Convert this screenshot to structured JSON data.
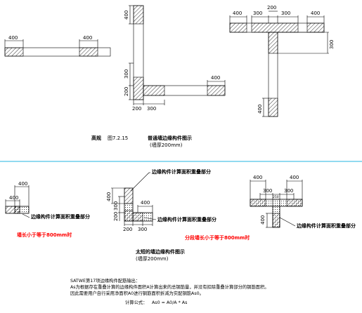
{
  "top": {
    "caption_code": "高规",
    "caption_fig": "图7.2.15",
    "caption_title": "普通墙边缘构件图示",
    "caption_sub": "(墙厚200mm)",
    "dims": {
      "d400": "400",
      "d300": "300",
      "d200": "200"
    }
  },
  "bottom": {
    "label_overlap": "边缘构件计算面积重叠部分",
    "label_red_left": "墙长小于等于800mm时",
    "label_red_right": "分段墙长小于等于800mm时",
    "caption_title": "太短的墙边缘构件图示",
    "caption_sub": "(墙厚200mm)",
    "small_tag": "250"
  },
  "notes": {
    "line1": "SATWE第17项边缘构件配筋输出：",
    "line2": "As为根据存在重叠计算的边缘构件面积A计算出来的总钢筋量，并没有扣除重叠计算部分的钢筋面积。",
    "line3": "因此需要用户自行采用净面积A0进行钢筋面积折减为实配钢筋As0。",
    "formula_label": "计算公式：",
    "formula": "As0 = A0/A * As"
  },
  "colors": {
    "divider": "#4fc3e8",
    "red_text": "#ff0000",
    "line": "#000000"
  }
}
